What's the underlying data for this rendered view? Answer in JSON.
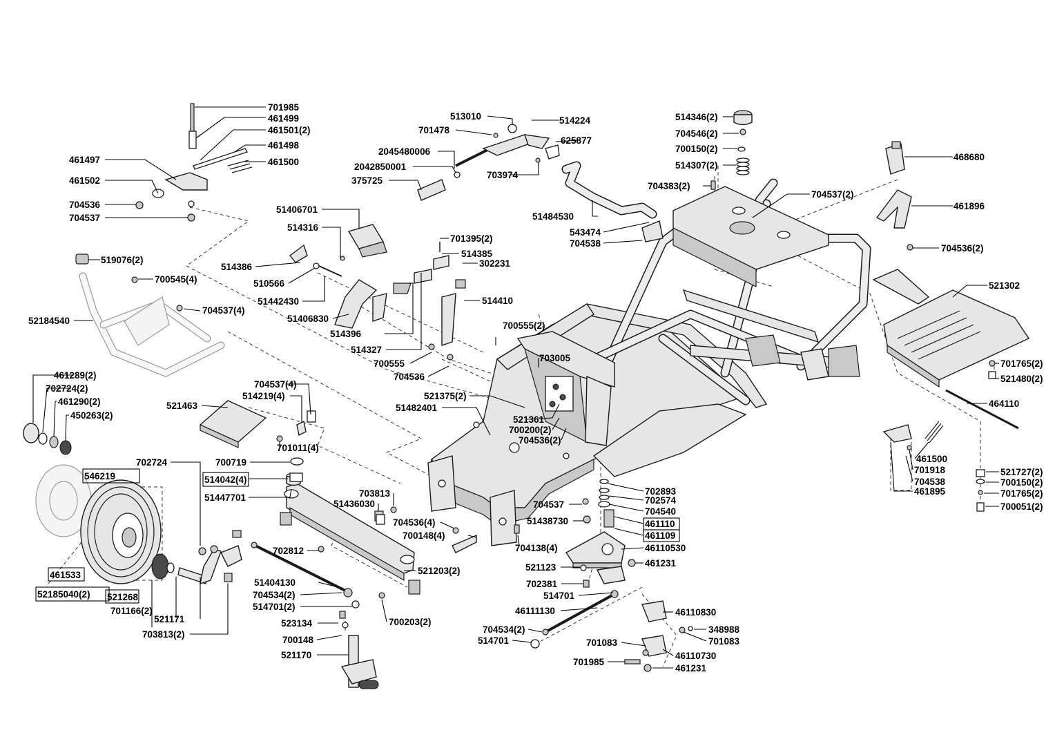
{
  "diagram": {
    "labels": [
      "701985",
      "461499",
      "461501(2)",
      "461498",
      "461500",
      "461497",
      "461502",
      "704536",
      "704537",
      "513010",
      "514224",
      "701478",
      "625877",
      "2045480006",
      "2042850001",
      "703974",
      "375725",
      "514346(2)",
      "704546(2)",
      "700150(2)",
      "514307(2)",
      "468680",
      "704383(2)",
      "704537(2)",
      "461896",
      "704536(2)",
      "51484530",
      "543474",
      "704538",
      "51406701",
      "514316",
      "701395(2)",
      "514385",
      "302231",
      "514386",
      "510566",
      "51442430",
      "514410",
      "51406830",
      "514396",
      "514327",
      "700555",
      "704536",
      "519076(2)",
      "700545(4)",
      "704537(4)",
      "52184540",
      "700555(2)",
      "521302",
      "703005",
      "701765(2)",
      "521480(2)",
      "521375(2)",
      "51482401",
      "464110",
      "461289(2)",
      "702724(2)",
      "461290(2)",
      "450263(2)",
      "704537(4)",
      "514219(4)",
      "701011(4)",
      "521463",
      "521361",
      "700200(2)",
      "704536(2)",
      "702724",
      "546219",
      "700719",
      "514042(4)",
      "51447701",
      "703813",
      "51436030",
      "704536(4)",
      "700148(4)",
      "702812",
      "521203(2)",
      "461533",
      "52185040(2)",
      "521268",
      "701166(2)",
      "521171",
      "703813(2)",
      "51404130",
      "704534(2)",
      "514701(2)",
      "523134",
      "700148",
      "521170",
      "700203(2)",
      "704537",
      "51438730",
      "704138(4)",
      "702893",
      "702574",
      "704540",
      "461110",
      "461109",
      "46110530",
      "521123",
      "461231",
      "702381",
      "514701",
      "46111130",
      "46110830",
      "348988",
      "701083",
      "46110730",
      "701083",
      "701985",
      "461231",
      "704534(2)",
      "514701",
      "461500",
      "701918",
      "704538",
      "461895",
      "521727(2)",
      "700150(2)",
      "701765(2)",
      "700051(2)"
    ]
  }
}
